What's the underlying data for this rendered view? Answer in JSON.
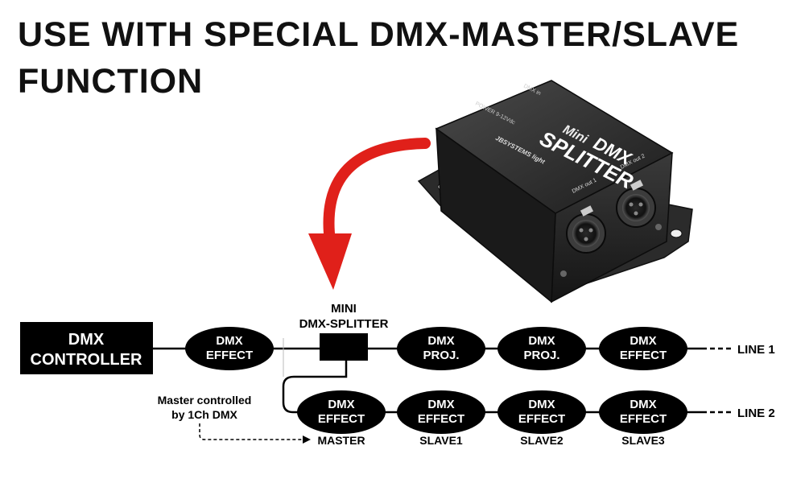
{
  "headline": {
    "line1": "USE WITH SPECIAL DMX-MASTER/SLAVE",
    "line2": "FUNCTION"
  },
  "device": {
    "brand": "JBSYSTEMS light",
    "name_small": "Mini",
    "name_big1": "DMX",
    "name_big2": "SPLITTER",
    "port_out1": "DMX out 1",
    "port_out2": "DMX out 2",
    "port_in": "DMX in",
    "power": "POWER 9-12Vdc"
  },
  "diagram": {
    "controller": {
      "line1": "DMX",
      "line2": "CONTROLLER"
    },
    "splitter_label": {
      "line1": "MINI",
      "line2": "DMX-SPLITTER"
    },
    "line1": {
      "nodes": [
        {
          "top": "DMX",
          "bottom": "EFFECT"
        },
        {
          "top": "DMX",
          "bottom": "PROJ."
        },
        {
          "top": "DMX",
          "bottom": "PROJ."
        },
        {
          "top": "DMX",
          "bottom": "EFFECT"
        }
      ],
      "end_label": "LINE 1"
    },
    "line2": {
      "nodes": [
        {
          "top": "DMX",
          "bottom": "EFFECT",
          "role": "MASTER"
        },
        {
          "top": "DMX",
          "bottom": "EFFECT",
          "role": "SLAVE1"
        },
        {
          "top": "DMX",
          "bottom": "EFFECT",
          "role": "SLAVE2"
        },
        {
          "top": "DMX",
          "bottom": "EFFECT",
          "role": "SLAVE3"
        }
      ],
      "end_label": "LINE 2"
    },
    "master_note": {
      "line1": "Master controlled",
      "line2": "by 1Ch DMX"
    }
  },
  "colors": {
    "node": "#000000",
    "node_text": "#ffffff",
    "arrow": "#e0201a",
    "device": "#2a2a2a"
  }
}
